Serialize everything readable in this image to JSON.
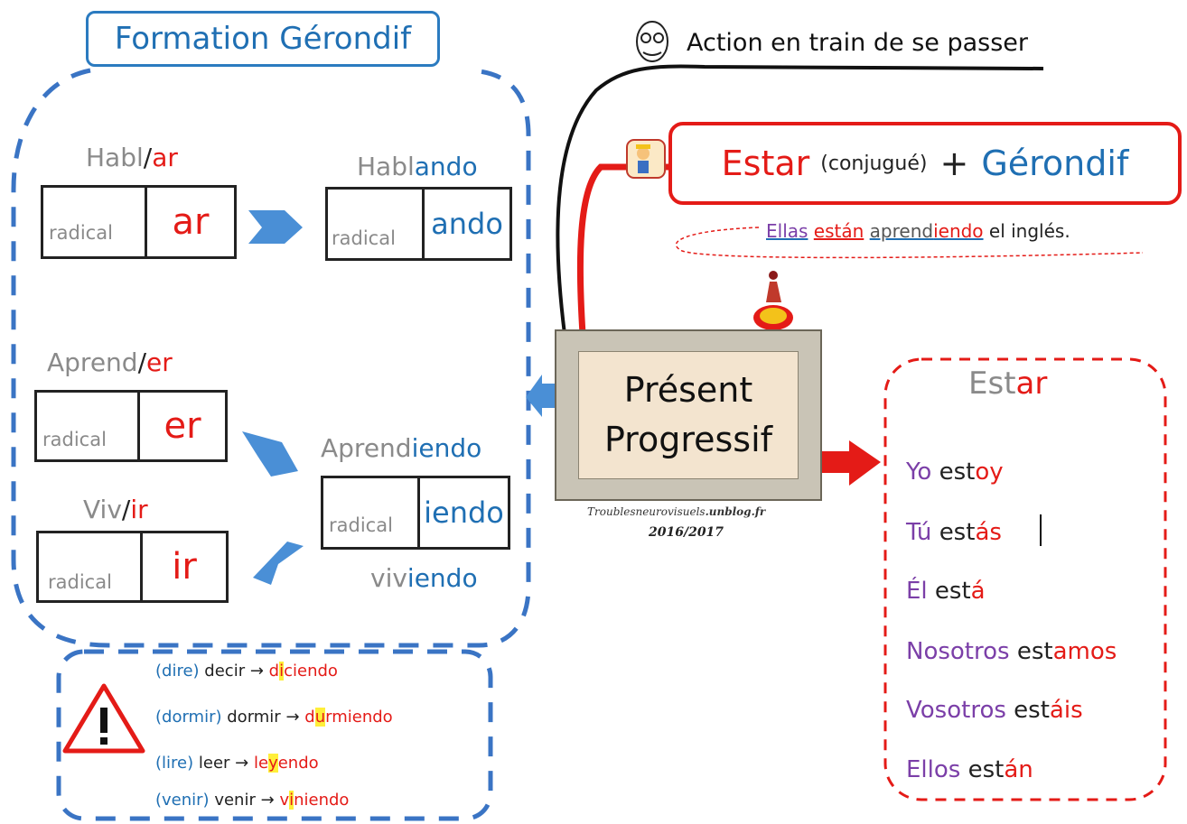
{
  "title": "Formation Gérondif",
  "action": "Action en train de se passer",
  "formula": {
    "estar": "Estar",
    "conj": "(conjugué)",
    "plus": "+",
    "gerondif": "Gérondif"
  },
  "example": {
    "ellas": "Ellas",
    "estan": "están",
    "aprend": "aprend",
    "iendo": "iendo",
    "rest": "el inglés."
  },
  "center": {
    "line1": "Présent",
    "line2": "Progressif"
  },
  "credit": {
    "site": "Troublesneurovisuels",
    "blog": ".unblog.fr",
    "year": "2016/2017"
  },
  "ar": {
    "stem": "Habl",
    "slash": "/",
    "ending": "ar",
    "result_stem": "Habl",
    "result_ending": "ando",
    "piece_ending": "ar",
    "piece_result": "ando"
  },
  "er": {
    "stem": "Aprend",
    "slash": "/",
    "ending": "er",
    "piece_ending": "er"
  },
  "ir": {
    "stem": "Viv",
    "slash": "/",
    "ending": "ir",
    "piece_ending": "ir"
  },
  "er_ir_result": {
    "stem": "Aprend",
    "ending": "iendo",
    "piece_result": "iendo",
    "extra_stem": "viv",
    "extra_ending": "iendo"
  },
  "radical": "radical",
  "estar_table": {
    "title_stem": "Est",
    "title_ending": "ar",
    "rows": [
      {
        "pronoun": "Yo",
        "stem": "est",
        "ending": "oy"
      },
      {
        "pronoun": "Tú",
        "stem": "est",
        "ending": "ás"
      },
      {
        "pronoun": "Él",
        "stem": "est",
        "ending": "á"
      },
      {
        "pronoun": "Nosotros",
        "stem": "est",
        "ending": "amos"
      },
      {
        "pronoun": "Vosotros",
        "stem": "est",
        "ending": "áis"
      },
      {
        "pronoun": "Ellos",
        "stem": "est",
        "ending": "án"
      }
    ]
  },
  "irregulars": [
    {
      "fr": "(dire)",
      "inf": "decir",
      "arrow": "→",
      "a": "d",
      "hl": "i",
      "b": "ciendo"
    },
    {
      "fr": "(dormir)",
      "inf": "dormir",
      "arrow": "→",
      "a": "d",
      "hl": "u",
      "b": "rmiendo"
    },
    {
      "fr": "(lire)",
      "inf": "leer",
      "arrow": "→",
      "a": "le",
      "hl": "y",
      "b": "endo"
    },
    {
      "fr": "(venir)",
      "inf": "venir",
      "arrow": "→",
      "a": "v",
      "hl": "i",
      "b": "niendo"
    }
  ],
  "colors": {
    "red": "#e41b17",
    "blue": "#1f6fb3",
    "purple": "#7b3fa8",
    "gray": "#8a8a8a"
  }
}
